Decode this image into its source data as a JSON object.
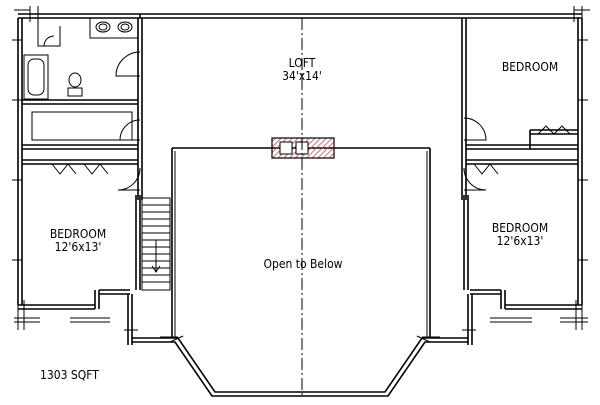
{
  "rooms": {
    "loft": {
      "name": "LOFT",
      "size": "34'x14'"
    },
    "bedroom_ne": {
      "name": "BEDROOM"
    },
    "bedroom_w": {
      "name": "BEDROOM",
      "size": "12'6x13'"
    },
    "bedroom_e": {
      "name": "BEDROOM",
      "size": "12'6x13'"
    },
    "open_to_below": "Open to Below"
  },
  "total_area": "1303 SQFT",
  "colors": {
    "line": "#000000",
    "chimney": "#c0504d",
    "background": "#ffffff"
  }
}
